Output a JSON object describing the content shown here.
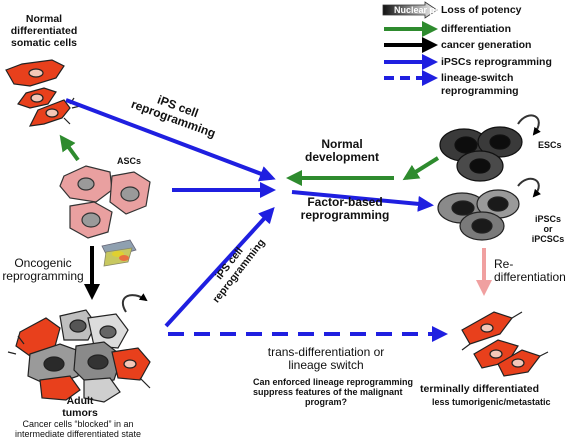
{
  "legend": {
    "bar_label": "Nuclear potency",
    "loss_label": "Loss of potency",
    "items": [
      {
        "label": "differentiation",
        "color": "#2e8b2e",
        "dashed": false
      },
      {
        "label": "cancer generation",
        "color": "#000000",
        "dashed": false
      },
      {
        "label": "iPSCs reprogramming",
        "color": "#1f1fe0",
        "dashed": false
      },
      {
        "label": "lineage-switch",
        "label2": "reprogramming",
        "color": "#1f1fe0",
        "dashed": true
      }
    ]
  },
  "labels": {
    "normal_cells": [
      "Normal",
      "differentiated",
      "somatic cells"
    ],
    "ascs": "ASCs",
    "escs": "ESCs",
    "ipscs": [
      "iPSCs",
      "or",
      "iPCSCs"
    ],
    "ips_top": [
      "iPS cell",
      "reprogramming"
    ],
    "ips_diag": [
      "iPS cell",
      "reprogramming"
    ],
    "normal_dev": [
      "Normal",
      "development"
    ],
    "factor_based": [
      "Factor-based",
      "reprogramming"
    ],
    "oncogenic": [
      "Oncogenic",
      "reprogramming"
    ],
    "redifferentiation": [
      "Re-",
      "differentiation"
    ],
    "adult_tumors": [
      "Adult",
      "tumors"
    ],
    "cancer_cells_note": [
      "Cancer cells “blocked” in an",
      "intermediate differentiated state"
    ],
    "trans_diff": [
      "trans-differentiation or",
      "lineage switch"
    ],
    "question": [
      "Can enforced lineage reprogramming",
      "suppress features of the malignant",
      "program?"
    ],
    "terminal": "terminally differentiated",
    "terminal_sub": "less tumorigenic/metastatic"
  },
  "colors": {
    "differentiation": "#2e8b2e",
    "cancer": "#000000",
    "reprogramming": "#1f1fe0",
    "redifferentiation": "#f0a0a0",
    "somatic_cell": "#e8401c",
    "asc_cell": "#e9a0a0",
    "esc_cell": "#3a3a3a",
    "ipsc_cell": "#8a8a8a"
  }
}
